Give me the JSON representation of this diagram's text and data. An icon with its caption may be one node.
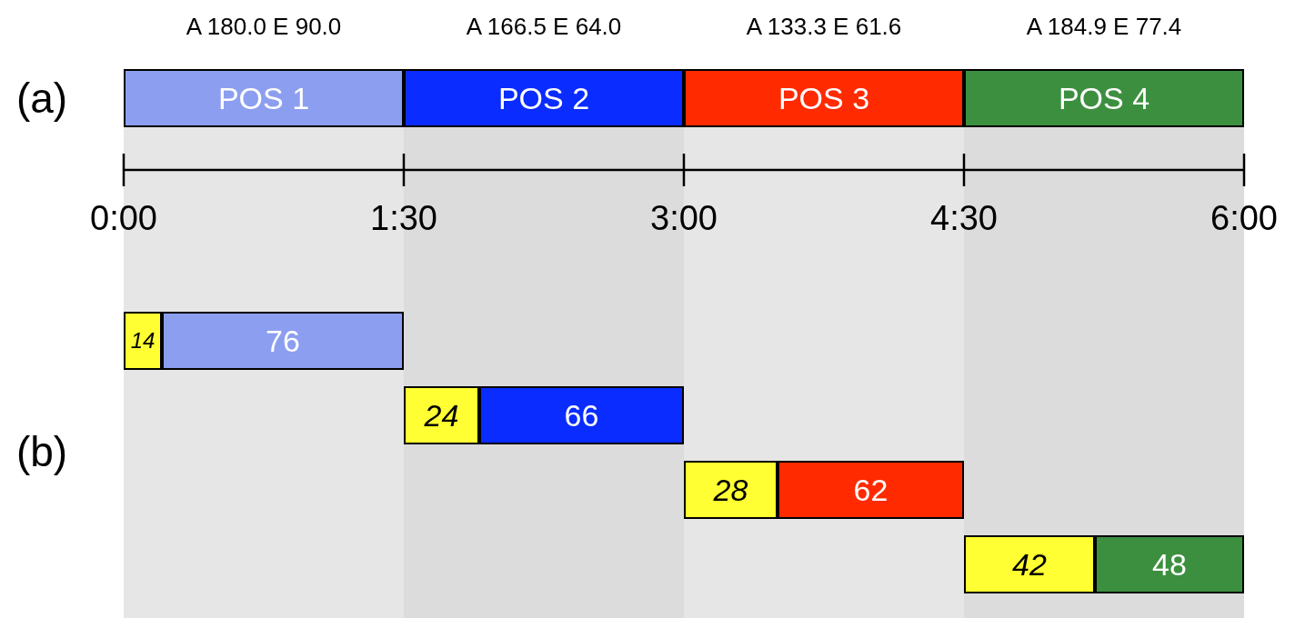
{
  "diagram": {
    "nodes": [
      {
        "text": [
          "POS 1"
        ],
        "beside": [
          "A 180.0 E 90.0"
        ]
      },
      {
        "text": [
          "POS 2"
        ],
        "beside": [
          "A 166.5 E 64.0"
        ]
      },
      {
        "text": [
          "POS 3"
        ],
        "beside": [
          "A 133.3 E 61.6"
        ]
      },
      {
        "text": [
          "POS 4"
        ],
        "beside": [
          "A 184.9 E 77.4"
        ]
      },
      {
        "text": [
          "14"
        ]
      },
      {
        "text": [
          "76"
        ]
      },
      {
        "text": [
          "24"
        ]
      },
      {
        "text": [
          "66"
        ]
      },
      {
        "text": [
          "28"
        ]
      },
      {
        "text": [
          "62"
        ]
      },
      {
        "text": [
          "42"
        ]
      },
      {
        "text": [
          "48"
        ]
      }
    ],
    "labels": [
      "(a)",
      "0:00",
      "1:30",
      "3:00",
      "4:30",
      "6:00",
      "(b)"
    ]
  }
}
